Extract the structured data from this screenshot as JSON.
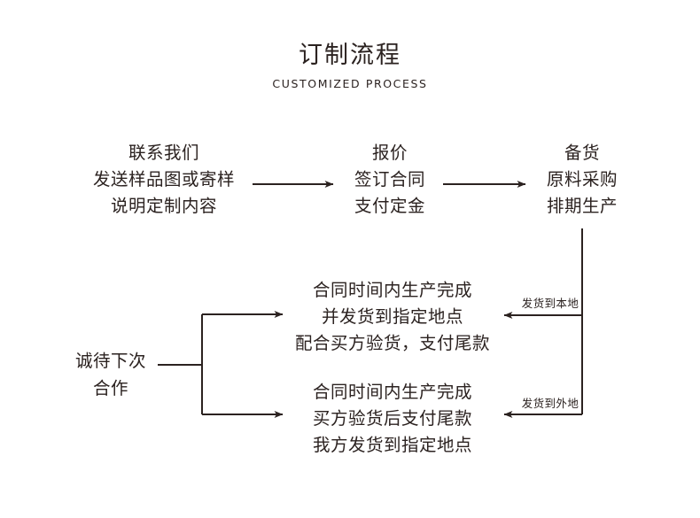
{
  "header": {
    "title": "订制流程",
    "subtitle": "CUSTOMIZED PROCESS"
  },
  "colors": {
    "ink": "#2b2220",
    "background": "#ffffff",
    "line": "#2b2220"
  },
  "nodes": {
    "contact": {
      "name": "contact-us",
      "lines": [
        "联系我们",
        "发送样品图或寄样",
        "说明定制内容"
      ]
    },
    "quote": {
      "name": "quotation",
      "lines": [
        "报价",
        "签订合同",
        "支付定金"
      ]
    },
    "stock": {
      "name": "stock-preparation",
      "lines": [
        "备货",
        "原料采购",
        "排期生产"
      ]
    },
    "local_delivery": {
      "name": "local-delivery-terms",
      "lines": [
        "合同时间内生产完成",
        "并发货到指定地点",
        "配合买方验货，支付尾款"
      ]
    },
    "remote_delivery": {
      "name": "remote-delivery-terms",
      "lines": [
        "合同时间内生产完成",
        "买方验货后支付尾款",
        "我方发货到指定地点"
      ]
    },
    "next_time": {
      "name": "cooperate-again",
      "lines": [
        "诚待下次",
        "合作"
      ]
    }
  },
  "edge_labels": {
    "ship_local": "发货到本地",
    "ship_remote": "发货到外地"
  }
}
